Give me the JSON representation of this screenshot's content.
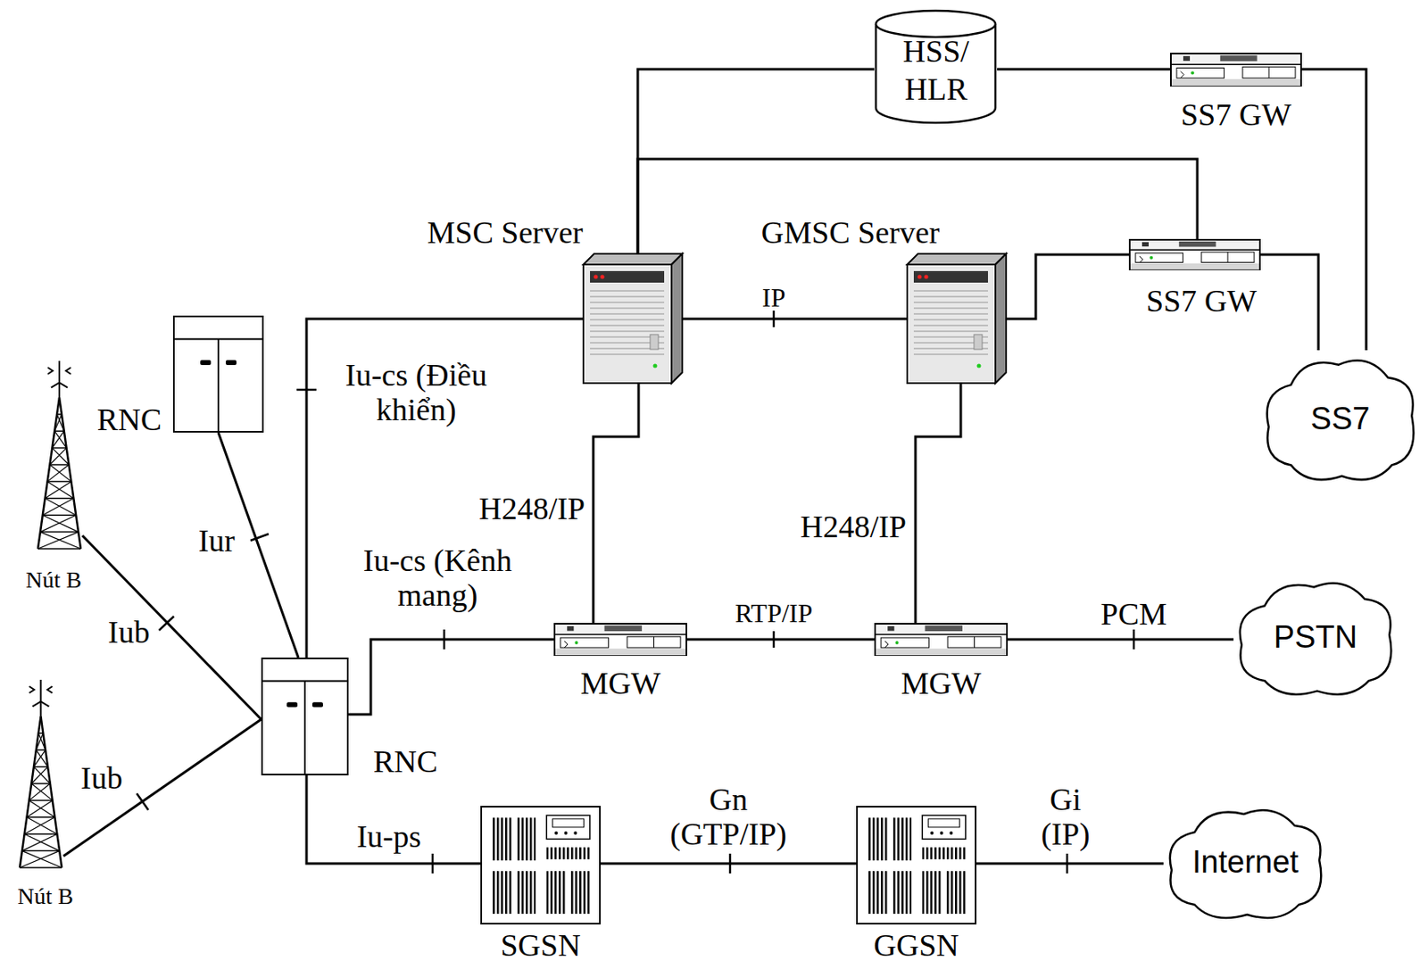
{
  "diagram": {
    "nodes": [
      {
        "text": [
          "HSS/ HLR"
        ]
      },
      {
        "text": [
          "SS7 GW"
        ]
      },
      {
        "text": [
          "MSC Server"
        ]
      },
      {
        "text": [
          "GMSC Server"
        ]
      },
      {
        "text": [
          "SS7 GW"
        ]
      },
      {
        "text": [
          "SS7"
        ]
      },
      {
        "text": [
          "RNC"
        ]
      },
      {
        "text": [
          "Nút B"
        ]
      },
      {
        "text": [
          "Nút B"
        ]
      },
      {
        "text": [
          "RNC"
        ]
      },
      {
        "text": [
          "MGW"
        ]
      },
      {
        "text": [
          "MGW"
        ]
      },
      {
        "text": [
          "PSTN"
        ]
      },
      {
        "text": [
          "SGSN"
        ]
      },
      {
        "text": [
          "GGSN"
        ]
      },
      {
        "text": [
          "Internet"
        ]
      }
    ],
    "edges": [
      {
        "from": 0,
        "to": 1,
        "arrow": "none"
      },
      {
        "from": 1,
        "to": 5,
        "arrow": "none"
      },
      {
        "from": 2,
        "to": 0,
        "arrow": "none"
      },
      {
        "from": 2,
        "to": 4,
        "arrow": "none"
      },
      {
        "from": 3,
        "to": 4,
        "arrow": "none"
      },
      {
        "from": 4,
        "to": 5,
        "arrow": "none"
      },
      {
        "from": 2,
        "to": 3,
        "label": "IP",
        "arrow": "none"
      },
      {
        "from": 9,
        "to": 2,
        "label": "Iu-cs (Điều khiển)",
        "arrow": "none"
      },
      {
        "from": 6,
        "to": 9,
        "label": "Iur",
        "arrow": "none"
      },
      {
        "from": 7,
        "to": 9,
        "label": "Iub",
        "arrow": "none"
      },
      {
        "from": 8,
        "to": 9,
        "label": "Iub",
        "arrow": "none"
      },
      {
        "from": 9,
        "to": 10,
        "label": "Iu-cs (Kênh mang)",
        "arrow": "none"
      },
      {
        "from": 2,
        "to": 10,
        "label": "H248/IP",
        "arrow": "none"
      },
      {
        "from": 3,
        "to": 11,
        "label": "H248/IP",
        "arrow": "none"
      },
      {
        "from": 10,
        "to": 11,
        "label": "RTP/IP",
        "arrow": "none"
      },
      {
        "from": 11,
        "to": 12,
        "label": "PCM",
        "arrow": "none"
      },
      {
        "from": 9,
        "to": 13,
        "label": "Iu-ps",
        "arrow": "none"
      },
      {
        "from": 13,
        "to": 14,
        "label": "Gn (GTP/IP)",
        "arrow": "none"
      },
      {
        "from": 14,
        "to": 15,
        "label": "Gi (IP)",
        "arrow": "none"
      }
    ]
  }
}
